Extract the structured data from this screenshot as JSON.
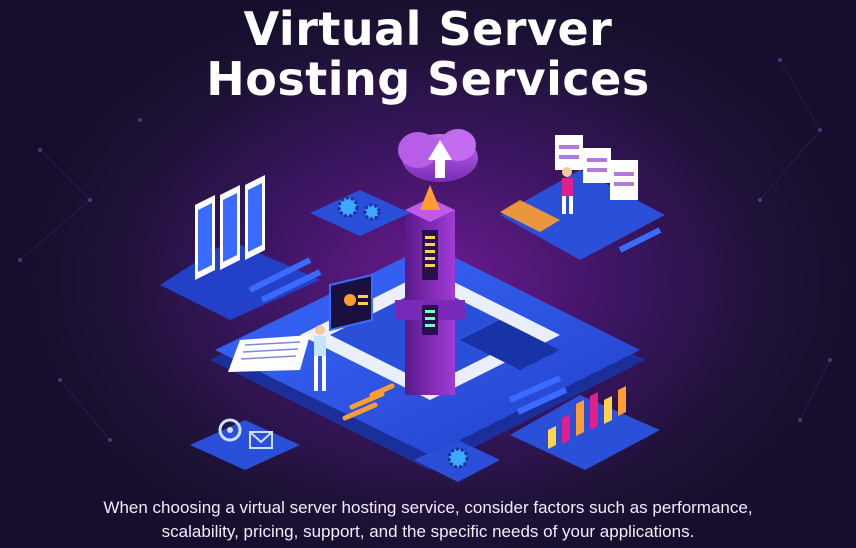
{
  "title": {
    "line1": "Virtual Server",
    "line2": "Hosting Services"
  },
  "caption": {
    "line1": "When choosing a virtual server hosting service, consider factors such as performance,",
    "line2": "scalability, pricing, support, and the specific needs of your applications."
  },
  "colors": {
    "background": "#1d1236",
    "glow": "#6a1b8f",
    "platform": "#2a4fd8",
    "platform_edge": "#1a2f9a",
    "accent_orange": "#ff9d2e",
    "accent_pink": "#e0208a",
    "text": "#ffffff"
  },
  "illustration": {
    "icons": [
      "cloud-upload-icon",
      "gear-icon",
      "at-sign-icon",
      "mail-icon",
      "bar-chart-icon",
      "server-rack-icon",
      "document-icon",
      "person-icon",
      "monitor-icon",
      "tower-icon"
    ]
  }
}
